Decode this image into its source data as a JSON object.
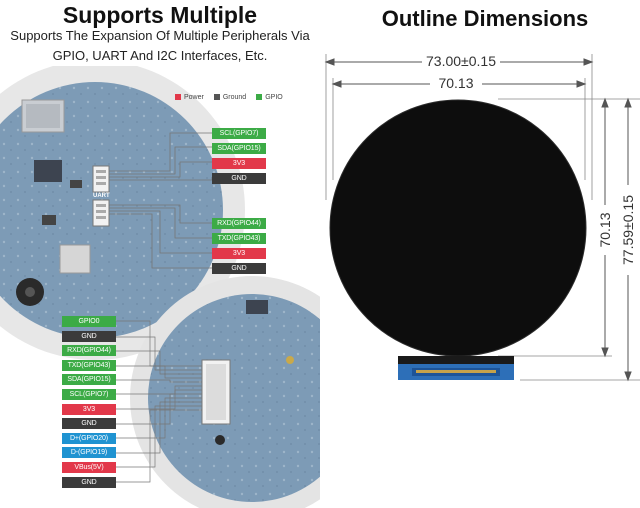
{
  "left": {
    "title": "Supports Multiple",
    "subtitle_line1": "Supports The Expansion Of Multiple Peripherals Via",
    "subtitle_line2": "GPIO, UART And I2C Interfaces, Etc.",
    "legend": [
      {
        "label": "Power",
        "color": "#e2384a"
      },
      {
        "label": "Ground",
        "color": "#555555"
      },
      {
        "label": "GPIO",
        "color": "#3cab46"
      }
    ],
    "board_label": "UART",
    "i2c_pins": [
      {
        "label": "SCL(GPIO7)",
        "type": "green"
      },
      {
        "label": "SDA(GPIO15)",
        "type": "green"
      },
      {
        "label": "3V3",
        "type": "red"
      },
      {
        "label": "GND",
        "type": "dark"
      }
    ],
    "uart_pins": [
      {
        "label": "RXD(GPIO44)",
        "type": "green"
      },
      {
        "label": "TXD(GPIO43)",
        "type": "green"
      },
      {
        "label": "3V3",
        "type": "red"
      },
      {
        "label": "GND",
        "type": "dark"
      }
    ],
    "fpc_pins": [
      {
        "label": "GPIO0",
        "type": "green"
      },
      {
        "label": "GND",
        "type": "dark"
      },
      {
        "label": "RXD(GPIO44)",
        "type": "green"
      },
      {
        "label": "TXD(GPIO43)",
        "type": "green"
      },
      {
        "label": "SDA(GPIO15)",
        "type": "green"
      },
      {
        "label": "SCL(GPIO7)",
        "type": "green"
      },
      {
        "label": "3V3",
        "type": "red"
      },
      {
        "label": "GND",
        "type": "dark"
      },
      {
        "label": "D+(GPIO20)",
        "type": "blue"
      },
      {
        "label": "D-(GPIO19)",
        "type": "blue"
      },
      {
        "label": "VBus(5V)",
        "type": "red"
      },
      {
        "label": "GND",
        "type": "dark"
      }
    ]
  },
  "right": {
    "title": "Outline Dimensions",
    "width_outer": "73.00±0.15",
    "width_inner": "70.13",
    "height_inner": "70.13",
    "height_outer": "77.59±0.15"
  }
}
